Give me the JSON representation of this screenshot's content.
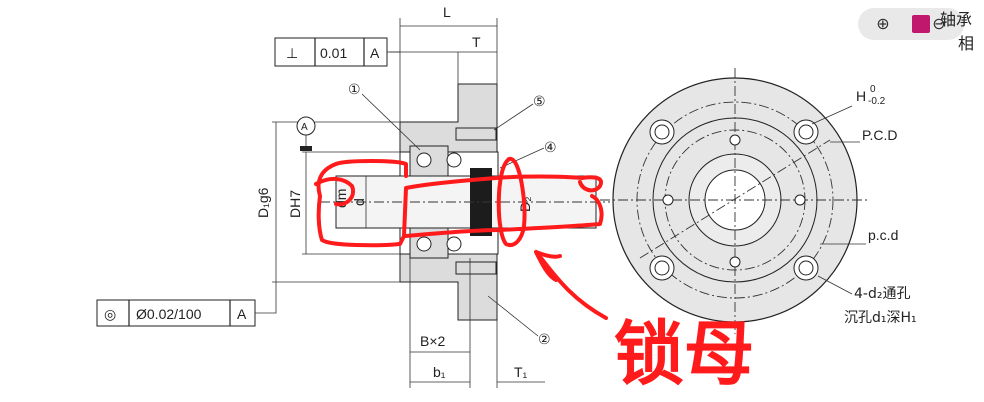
{
  "dimensions": {
    "L": "L",
    "T": "T",
    "T1": "T₁",
    "b1": "b₁",
    "Bx2": "B×2",
    "D1": "D₁g6",
    "DH7": "DH7",
    "d": "d",
    "dm": "dm",
    "D2": "D₂",
    "H": "H",
    "H_tol_top": "0",
    "H_tol_bottom": "-0.2",
    "PCD": "P.C.D",
    "pcd": "p.c.d"
  },
  "fcf_perpendicular": {
    "symbol": "⊥",
    "tolerance": "0.01",
    "datum": "A"
  },
  "fcf_concentric": {
    "symbol": "◎",
    "tolerance": "Ø0.02/100",
    "datum": "A"
  },
  "datum_bubble": "A",
  "balloons": [
    "①",
    "②",
    "④",
    "⑤"
  ],
  "hole_note": {
    "line1": "4-d₂通孔",
    "line2": "沉孔d₁深H₁"
  },
  "handwritten_note": "锁母",
  "viewer": {
    "zoom_in": "⊕",
    "zoom_out": "⊖",
    "peek_line1": "轴承",
    "peek_line2": "相"
  },
  "colors": {
    "annotation": "#ff1b1b",
    "part_fill": "#dcdcdc",
    "toolbar_accent": "#c0186d"
  }
}
